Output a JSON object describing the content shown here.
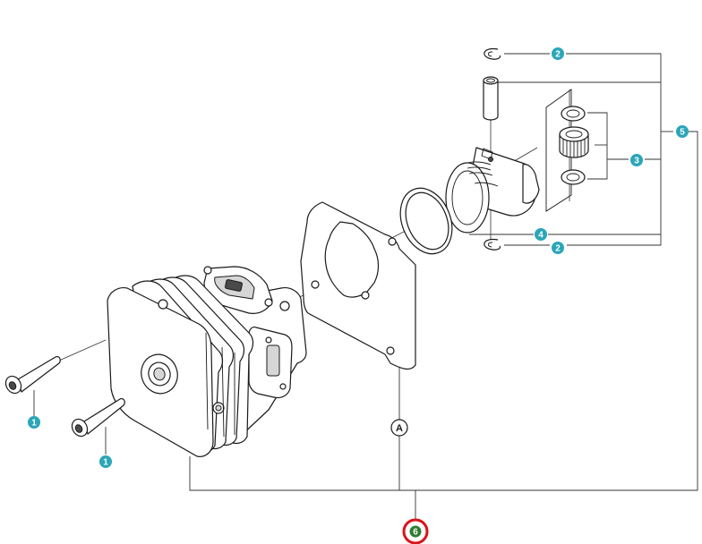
{
  "colors": {
    "callout_fill": "#2aa6b8",
    "highlight_ring": "#d9141b",
    "highlight_fill": "#2e7d32",
    "line": "#1a1a1a"
  },
  "callouts": {
    "c1a": "1",
    "c1b": "1",
    "c2a": "2",
    "c2b": "2",
    "c3": "3",
    "c4": "4",
    "c5": "5",
    "c6": "6"
  },
  "reference": {
    "label": "A"
  }
}
